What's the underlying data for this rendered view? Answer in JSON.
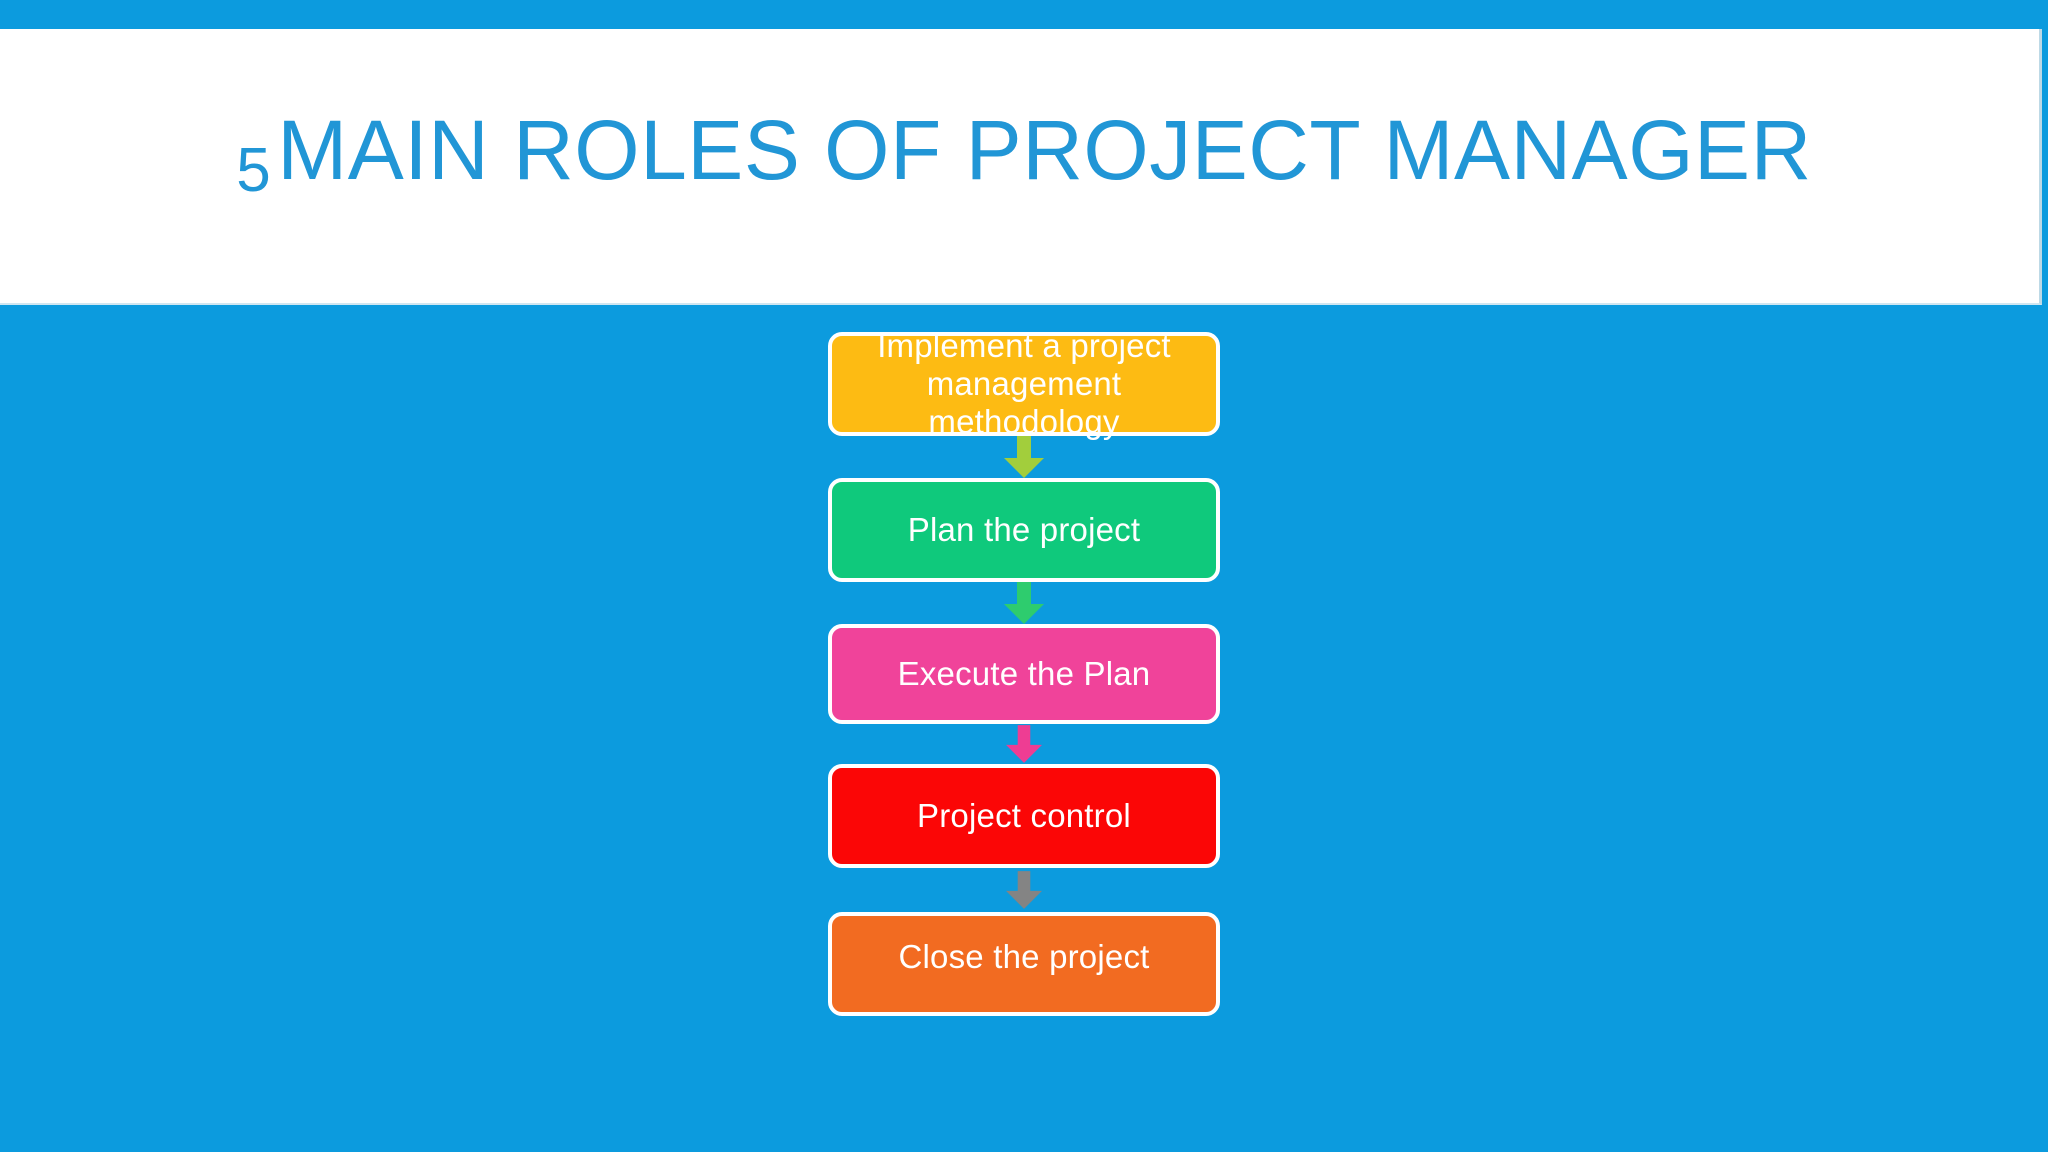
{
  "slide": {
    "background_color": "#0C9BDE",
    "band_color": "#FFFFFF",
    "title": {
      "lead_numeral": "5",
      "rest": "MAIN ROLES OF PROJECT MANAGER",
      "full_text": "5 MAIN ROLES OF PROJECT MANAGER",
      "color": "#2196D6"
    }
  },
  "flow": {
    "steps": [
      {
        "index": 1,
        "label": "Implement a project management methodology",
        "fill_color": "#FDBB13",
        "border_color": "#FFFFFF",
        "text_color": "#FFFFFF"
      },
      {
        "index": 2,
        "label": "Plan the project",
        "fill_color": "#0FC97C",
        "border_color": "#FFFFFF",
        "text_color": "#FFFFFF"
      },
      {
        "index": 3,
        "label": "Execute the Plan",
        "fill_color": "#F0439A",
        "border_color": "#FFFFFF",
        "text_color": "#FFFFFF"
      },
      {
        "index": 4,
        "label": "Project control",
        "fill_color": "#FB0606",
        "border_color": "#FFFFFF",
        "text_color": "#FFFFFF"
      },
      {
        "index": 5,
        "label": "Close the project",
        "fill_color": "#F26B21",
        "border_color": "#FFFFFF",
        "text_color": "#FFFFFF"
      }
    ],
    "connectors": [
      {
        "index": 1,
        "icon": "down-arrow-icon",
        "color": "#A2CE3C"
      },
      {
        "index": 2,
        "icon": "down-arrow-icon",
        "color": "#2ECC6E"
      },
      {
        "index": 3,
        "icon": "down-arrow-icon",
        "color": "#EE3D93"
      },
      {
        "index": 4,
        "icon": "down-arrow-icon",
        "color": "#848484"
      }
    ]
  }
}
